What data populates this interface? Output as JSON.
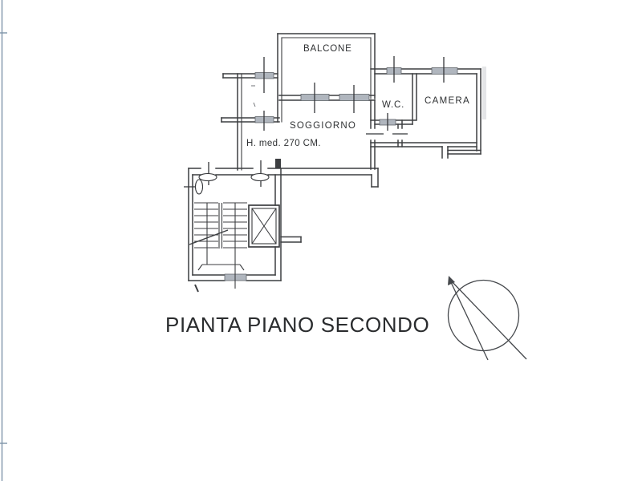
{
  "document": {
    "type": "scanned architectural floor plan",
    "title": "PIANTA PIANO SECONDO"
  },
  "plan": {
    "labels": {
      "balcone": "BALCONE",
      "soggiorno": "SOGGIORNO",
      "height_note": "H. med. 270 CM.",
      "wc": "W.C.",
      "camera": "CAMERA"
    },
    "symbols": {
      "elevator": "elevator-shaft-crossed-square",
      "stairs": "double-flight-staircase-with-walk-lines",
      "north": "north-indicator-circle-with-arrow"
    }
  },
  "colors": {
    "ink": "#3c3e41",
    "window_fill": "#b0b6be",
    "scan_edge_line": "#7e93a8",
    "text": "#2f3133",
    "paper": "#ffffff"
  }
}
